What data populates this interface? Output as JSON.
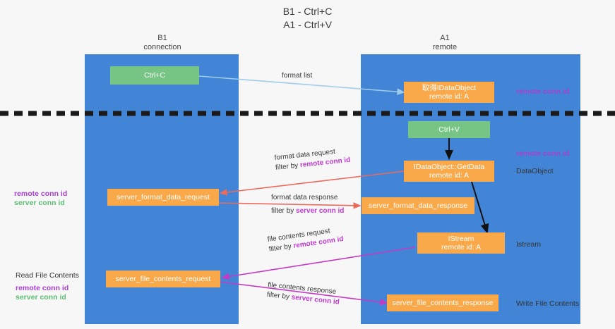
{
  "title": "B1 - Ctrl+C\nA1 - Ctrl+V",
  "columns": {
    "left": {
      "header": "B1\nconnection",
      "color": "#4285d6"
    },
    "right": {
      "header": "A1\nremote",
      "color": "#4285d6"
    }
  },
  "nodes": {
    "ctrl_c": {
      "label": "Ctrl+C",
      "color": "#76c584"
    },
    "ctrl_v": {
      "label": "Ctrl+V",
      "color": "#76c584"
    },
    "get_idataobject": {
      "label": "取得IDataObject\nremote id: A",
      "color": "#f9a94a"
    },
    "idataobject_getdata": {
      "label": "IDataObject::GetData\nremote id: A",
      "color": "#f9a94a"
    },
    "istream": {
      "label": "IStream\nremote id: A",
      "color": "#f9a94a"
    },
    "server_format_data_request": {
      "label": "server_format_data_request",
      "color": "#f9a94a"
    },
    "server_format_data_response": {
      "label": "server_format_data_response",
      "color": "#f9a94a"
    },
    "server_file_contents_request": {
      "label": "server_file_contents_request",
      "color": "#f9a94a"
    },
    "server_file_contents_response": {
      "label": "server_file_contents_response",
      "color": "#f9a94a"
    }
  },
  "edges": {
    "format_list": {
      "line1": "format list",
      "color": "#9ecbea"
    },
    "format_data_request": {
      "line1": "format data request",
      "line2_prefix": "filter by ",
      "line2_key": "remote conn id",
      "color": "#ea6b5c"
    },
    "format_data_response": {
      "line1": "format data response",
      "line2_prefix": "filter by ",
      "line2_key": "server conn id",
      "color": "#ea6b5c"
    },
    "file_contents_request": {
      "line1": "file contents request",
      "line2_prefix": "filter by ",
      "line2_key": "remote conn id",
      "color": "#c43ac4"
    },
    "file_contents_response": {
      "line1": "file contents response",
      "line2_prefix": "filter by ",
      "line2_key": "server conn id",
      "color": "#c43ac4"
    }
  },
  "left_labels": {
    "remote_conn_id": "remote conn id",
    "server_conn_id": "server conn id",
    "read_file_contents": "Read File Contents",
    "remote_conn_id_2": "remote conn id",
    "server_conn_id_2": "server conn id"
  },
  "right_labels": {
    "remote_conn_id_top": "remote conn id",
    "remote_conn_id_mid": "remote conn id",
    "dataobject": "DataObject",
    "istream": "Istream",
    "write_file_contents": "Write File Contents"
  },
  "colors": {
    "band": "#4285d6",
    "orange": "#f9a94a",
    "green": "#76c584",
    "purple": "#a83fd0",
    "green_text": "#5dbd73",
    "divider": "#1a1a1a",
    "red_arrow": "#ea6b5c",
    "magenta_arrow": "#c43ac4",
    "blue_arrow": "#9ecbea",
    "black_arrow": "#111111"
  }
}
